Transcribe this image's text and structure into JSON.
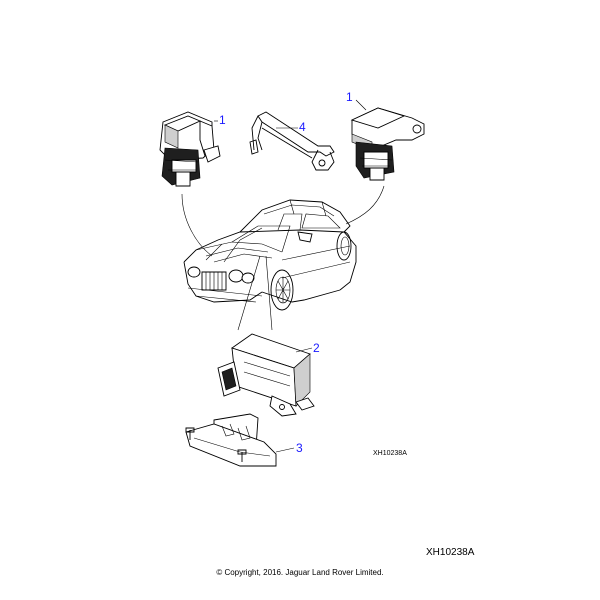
{
  "callouts": [
    {
      "id": "part-1-left",
      "label": "1"
    },
    {
      "id": "part-4",
      "label": "4"
    },
    {
      "id": "part-1-right",
      "label": "1"
    },
    {
      "id": "part-2",
      "label": "2"
    },
    {
      "id": "part-3",
      "label": "3"
    }
  ],
  "reference_small": "XH10238A",
  "reference_large": "XH10238A",
  "copyright": "© Copyright, 2016. Jaguar Land Rover Limited.",
  "colors": {
    "callout": "#1a1aff",
    "line": "#000000",
    "background": "#ffffff"
  }
}
